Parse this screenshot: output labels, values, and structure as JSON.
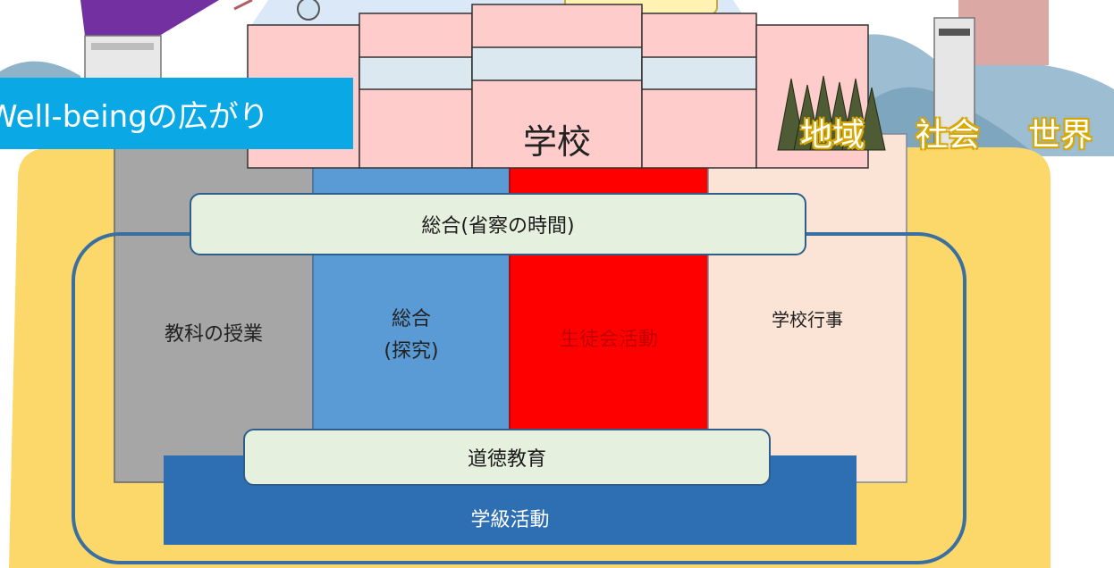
{
  "banner_title": "Well-beingの広がり",
  "school_label": "学校",
  "regions": [
    "地域",
    "社会",
    "世界"
  ],
  "pillars": {
    "subjects": "教科の授業",
    "inquiry_line1": "総合",
    "inquiry_line2": "(探究)",
    "student_council": "生徒会活動",
    "school_events": "学校行事"
  },
  "bars": {
    "reflection": "総合(省察の時間)",
    "moral_education": "道徳教育",
    "class_activities": "学級活動"
  },
  "colors": {
    "yellow_ground": "#fcd86a",
    "pillar_gray": "#a6a6a6",
    "pillar_blue": "#5b9bd5",
    "pillar_red": "#ff0000",
    "pillar_peach": "#fbe3d6",
    "bar_light": "#e6f0df",
    "class_bar": "#2e6eb3",
    "banner": "#0aa9e6",
    "school_pink": "#ffcccc",
    "outline": "#2e5f8a"
  }
}
